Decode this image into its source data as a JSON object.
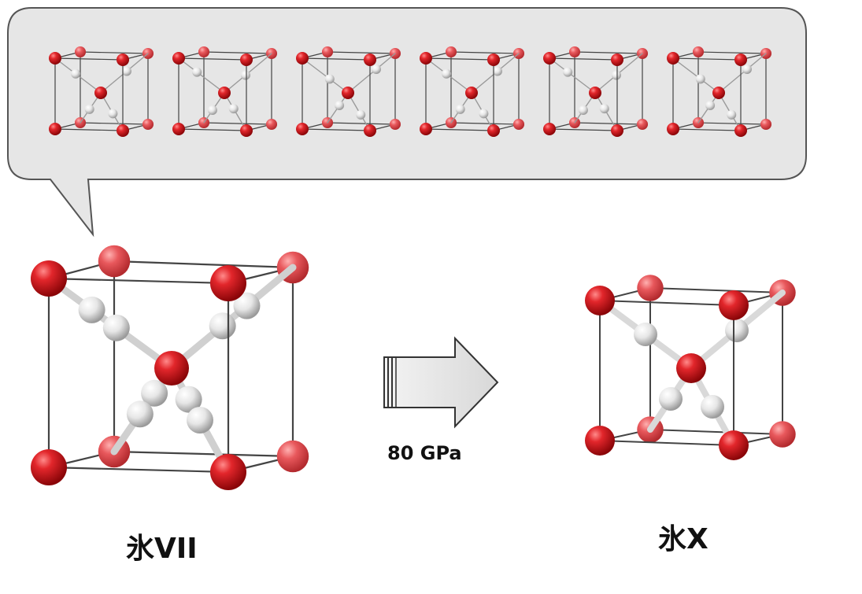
{
  "labels": {
    "ice_vii": "氷VII",
    "ice_x": "氷X",
    "pressure": "80 GPa"
  },
  "colors": {
    "oxygen": "#d81419",
    "hydrogen": "#f2f2f2",
    "bubble_fill": "#e6e6e6",
    "bubble_stroke": "#555555",
    "arrow_fill": "#e4e4e4",
    "arrow_stroke": "#333333",
    "cell_edge": "#444444"
  },
  "structures": {
    "small_cells_count": 6,
    "small_cell_variants": [
      {
        "h_pattern": "a"
      },
      {
        "h_pattern": "b"
      },
      {
        "h_pattern": "c"
      },
      {
        "h_pattern": "a"
      },
      {
        "h_pattern": "b"
      },
      {
        "h_pattern": "c"
      }
    ]
  }
}
